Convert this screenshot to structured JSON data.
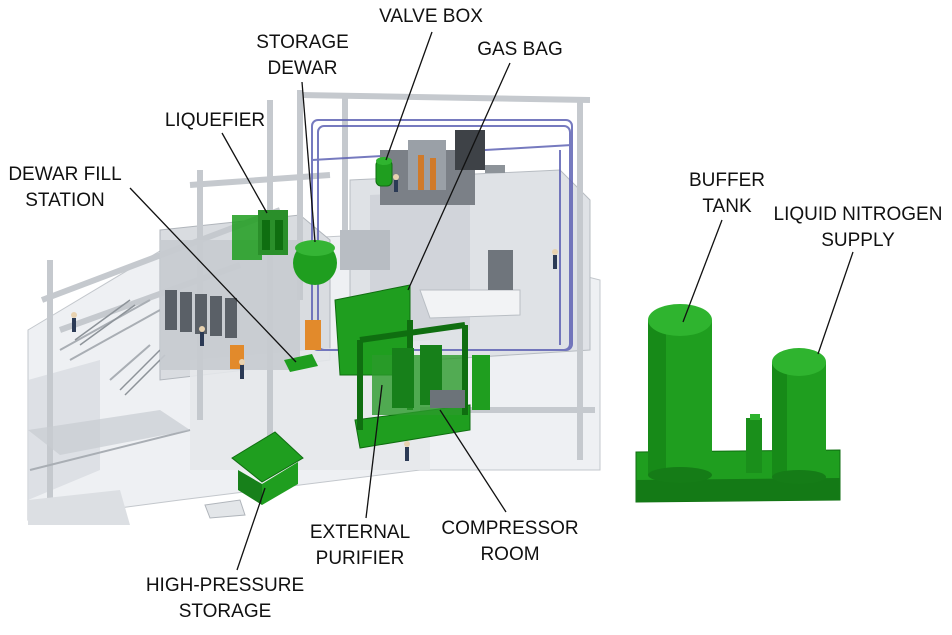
{
  "labels": {
    "valve_box": [
      "VALVE BOX"
    ],
    "storage_dewar": [
      "STORAGE",
      "DEWAR"
    ],
    "gas_bag": [
      "GAS BAG"
    ],
    "liquefier": [
      "LIQUEFIER"
    ],
    "dewar_fill_station": [
      "DEWAR FILL",
      "STATION"
    ],
    "buffer_tank": [
      "BUFFER",
      "TANK"
    ],
    "liquid_nitrogen_supply": [
      "LIQUID NITROGEN",
      "SUPPLY"
    ],
    "external_purifier": [
      "EXTERNAL",
      "PURIFIER"
    ],
    "compressor_room": [
      "COMPRESSOR",
      "ROOM"
    ],
    "high_pressure_storage": [
      "HIGH-PRESSURE",
      "STORAGE"
    ]
  },
  "colors": {
    "equipment_green": "#1f9e1f",
    "dark_green": "#0f6e10",
    "structure_gray": "#c9cdd2",
    "frame_blue": "#5f63b4",
    "leader_line": "#111111"
  }
}
